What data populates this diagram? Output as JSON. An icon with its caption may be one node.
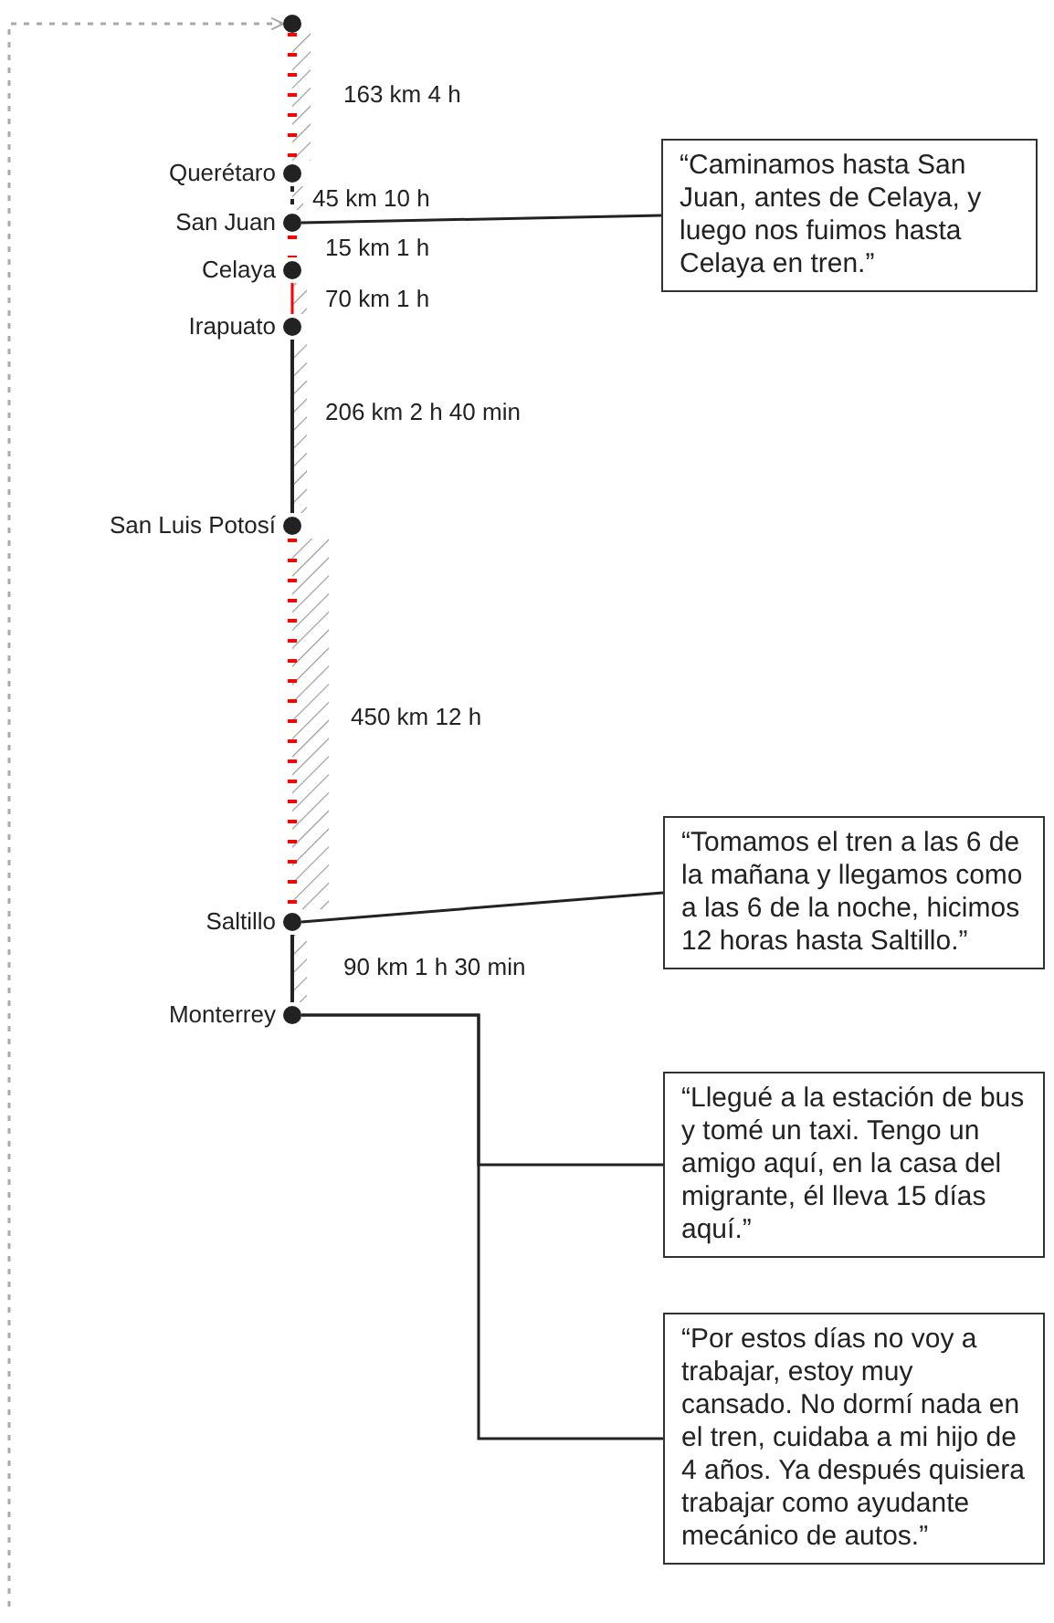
{
  "diagram": {
    "nodes": [
      {
        "text": [],
        "shape": "circle"
      },
      {
        "text": [
          "Querétaro"
        ]
      },
      {
        "text": [
          "San Juan"
        ]
      },
      {
        "text": [
          "Celaya"
        ]
      },
      {
        "text": [
          "Irapuato"
        ]
      },
      {
        "text": [
          "San Luis Potosí"
        ]
      },
      {
        "text": [
          "Saltillo"
        ]
      },
      {
        "text": [
          "Monterrey"
        ]
      },
      {
        "text": [
          "“Caminamos hasta San Juan, antes de Celaya, y luego nos fuimos hasta Celaya en tren.”"
        ]
      },
      {
        "text": [
          "“Tomamos el tren a las 6 de la mañana y llegamos como a las 6 de la noche, hicimos 12 horas hasta Saltillo.”"
        ]
      },
      {
        "text": [
          "“Llegué a la estación de bus y tomé un taxi. Tengo un amigo aquí, en la casa del migrante, él lleva 15 días aquí.”"
        ]
      },
      {
        "text": [
          "“Por estos días no voy a trabajar, estoy muy cansado. No dormí nada en el tren, cuidaba a mi hijo de 4 años. Ya después quisiera trabajar como ayudante mecánico de autos.”"
        ]
      }
    ],
    "edges": [
      {
        "from": null,
        "to": 0,
        "arrow": "to",
        "style": "dashed",
        "color": "#aaaaaa"
      },
      {
        "from": 0,
        "to": 1,
        "arrow": "none",
        "label": "163 km 4 h",
        "style": "dashed",
        "color": "#ff0000"
      },
      {
        "from": 1,
        "to": 2,
        "arrow": "none",
        "label": "45 km 10 h",
        "style": "dashed"
      },
      {
        "from": 2,
        "to": 3,
        "arrow": "none",
        "label": "15 km 1 h",
        "style": "dashed",
        "color": "#ff0000"
      },
      {
        "from": 3,
        "to": 4,
        "arrow": "none",
        "label": "70 km 1 h",
        "color": "#ff0000"
      },
      {
        "from": 4,
        "to": 5,
        "arrow": "none",
        "label": "206 km 2 h 40 min"
      },
      {
        "from": 5,
        "to": 6,
        "arrow": "none",
        "label": "450 km 12 h",
        "style": "dashed",
        "color": "#ff0000"
      },
      {
        "from": 6,
        "to": 7,
        "arrow": "none",
        "label": "90 km 1 h 30 min"
      },
      {
        "from": 2,
        "to": 8,
        "arrow": "none"
      },
      {
        "from": 6,
        "to": 9,
        "arrow": "none"
      },
      {
        "from": 7,
        "to": 10,
        "arrow": "none"
      },
      {
        "from": 7,
        "to": 11,
        "arrow": "none"
      }
    ]
  }
}
